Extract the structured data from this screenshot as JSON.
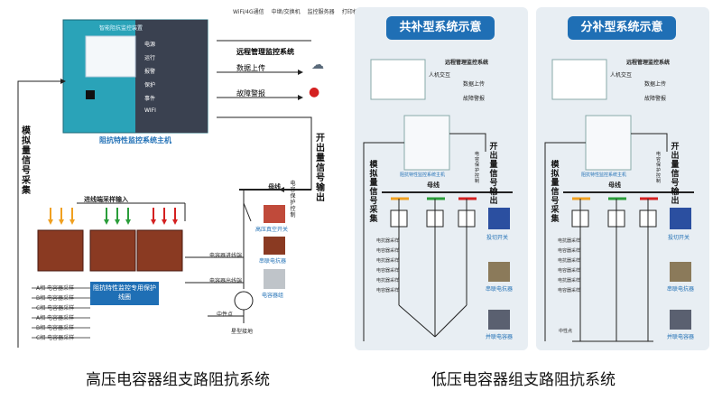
{
  "left": {
    "device_caption": "阻抗特性监控系统主机",
    "device_screen_title": "智能阻抗监控装置",
    "device_buttons": [
      "电源",
      "运行",
      "报警",
      "保护",
      "事件",
      "WIFI"
    ],
    "network_caption": "远程管理监控系统",
    "network_devices": [
      "WiFi/4G通信",
      "中继/交换机",
      "监控服务器",
      "打印机"
    ],
    "data_upload": "数据上传",
    "fault_alarm": "故障警报",
    "analog_label": "模拟量信号采集",
    "switch_label": "开出量信号输出",
    "switch_sub": "电容保护控制",
    "busbar": "母线",
    "breaker": "高压真空开关",
    "reactor": "串联电抗器",
    "capacitor": "电容器组",
    "grounding": "星型接地",
    "connector_label": "阻抗特性监控专用保护线圈",
    "sampling_in": "进线端采样输入",
    "capacitor_feed": "电容器进线端",
    "capacitor_out": "电容器出线端",
    "neutral": "中性点",
    "sampling_rows": [
      "A相 电容器采样",
      "B相 电容器采样",
      "C相 电容器采样",
      "A相 电容器采样",
      "B相 电容器采样",
      "C相 电容器采样"
    ],
    "caption": "高压电容器组支路阻抗系统"
  },
  "mid": {
    "title": "共补型系统示意",
    "server_label": "远程管理监控系统",
    "data_upload": "数据上传",
    "fault_alarm": "故障警报",
    "device_label": "阻抗特性监控系统主机",
    "switch_label": "开出量信号输出",
    "switch_sub": "电容保护控制",
    "analog_label": "模拟量信号采集",
    "busbar": "母线",
    "breaker": "投切开关",
    "reactor": "串联电抗器",
    "capacitor": "并联电容器",
    "sample_rows": [
      "电抗器采样",
      "电容器采样",
      "电抗器采样",
      "电容器采样",
      "电抗器采样",
      "电容器采样"
    ],
    "extra": "人机交互"
  },
  "right": {
    "title": "分补型系统示意",
    "server_label": "远程管理监控系统",
    "data_upload": "数据上传",
    "fault_alarm": "故障警报",
    "device_label": "阻抗特性监控系统主机",
    "switch_label": "开出量信号输出",
    "switch_sub": "电容保护控制",
    "analog_label": "模拟量信号采集",
    "busbar": "母线",
    "breaker": "投切开关",
    "reactor": "串联电抗器",
    "capacitor": "并联电容器",
    "neutral": "中性点",
    "sample_rows": [
      "电抗器采样",
      "电容器采样",
      "电抗器采样",
      "电容器采样",
      "电抗器采样",
      "电容器采样"
    ],
    "extra": "人机交互"
  },
  "caption_right": "低压电容器组支路阻抗系统",
  "colors": {
    "phase_a": "#f0a020",
    "phase_b": "#2a9d3a",
    "phase_c": "#d42020",
    "panel": "#e8eef3",
    "title_bg": "#1f6fb5"
  }
}
